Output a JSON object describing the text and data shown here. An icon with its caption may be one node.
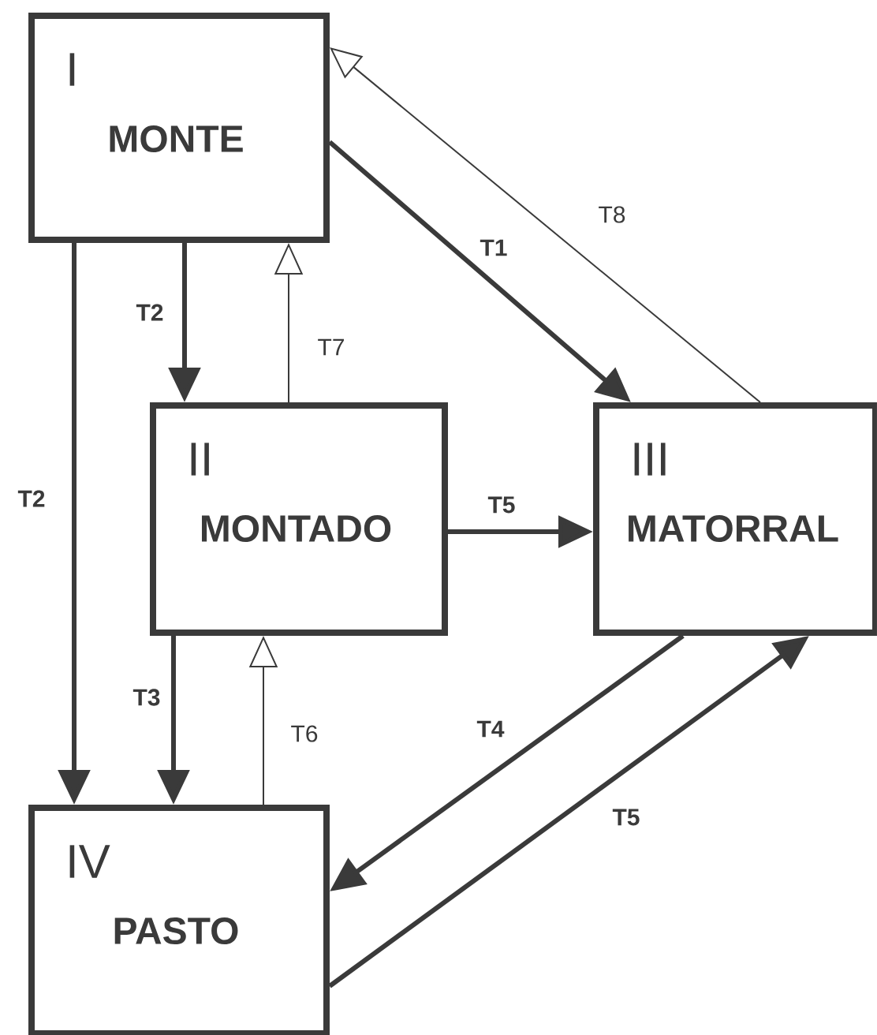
{
  "diagram": {
    "nodes": [
      {
        "text": [
          "I",
          "MONTE"
        ]
      },
      {
        "text": [
          "II",
          "MONTADO"
        ]
      },
      {
        "text": [
          "III",
          "MATORRAL"
        ]
      },
      {
        "text": [
          "IV",
          "PASTO"
        ]
      }
    ],
    "edges": [
      {
        "from": 0,
        "to": 2,
        "arrow": "to",
        "label": "T1"
      },
      {
        "from": 2,
        "to": 0,
        "arrow": "to",
        "label": "T8"
      },
      {
        "from": 0,
        "to": 1,
        "arrow": "to",
        "label": "T2"
      },
      {
        "from": 1,
        "to": 0,
        "arrow": "to",
        "label": "T7"
      },
      {
        "from": 0,
        "to": 3,
        "arrow": "to",
        "label": "T2"
      },
      {
        "from": 1,
        "to": 2,
        "arrow": "to",
        "label": "T5"
      },
      {
        "from": 1,
        "to": 3,
        "arrow": "to",
        "label": "T3"
      },
      {
        "from": 3,
        "to": 1,
        "arrow": "to",
        "label": "T6"
      },
      {
        "from": 2,
        "to": 3,
        "arrow": "to",
        "label": "T4"
      },
      {
        "from": 3,
        "to": 2,
        "arrow": "to",
        "label": "T5"
      }
    ]
  }
}
